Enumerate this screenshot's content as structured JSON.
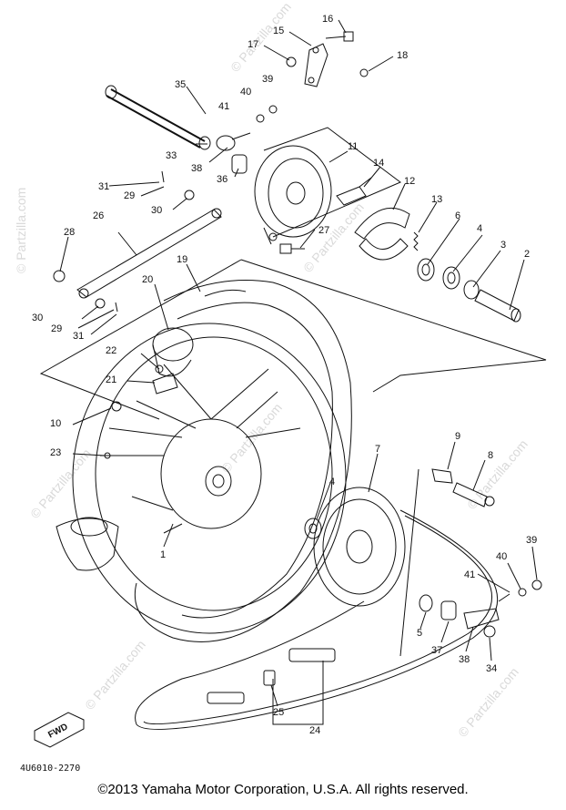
{
  "watermarks": [
    "© Partzilla.com",
    "© Partzilla.com",
    "© Partzilla.com",
    "© Partzilla.com",
    "© Partzilla.com",
    "© Partzilla.com",
    "© Partzilla.com",
    "© Partzilla.com"
  ],
  "labels": {
    "p1": "1",
    "p2": "2",
    "p3": "3",
    "p4a": "4",
    "p4b": "4",
    "p5": "5",
    "p6": "6",
    "p7": "7",
    "p8": "8",
    "p9": "9",
    "p10": "10",
    "p11": "11",
    "p12": "12",
    "p13": "13",
    "p14": "14",
    "p15": "15",
    "p16": "16",
    "p17": "17",
    "p18": "18",
    "p19": "19",
    "p20": "20",
    "p21": "21",
    "p22": "22",
    "p23": "23",
    "p24": "24",
    "p25": "25",
    "p26": "26",
    "p27": "27",
    "p28": "28",
    "p29a": "29",
    "p29b": "29",
    "p30a": "30",
    "p30b": "30",
    "p31a": "31",
    "p31b": "31",
    "p33": "33",
    "p34": "34",
    "p35": "35",
    "p36": "36",
    "p37": "37",
    "p38a": "38",
    "p38b": "38",
    "p39a": "39",
    "p39b": "39",
    "p40a": "40",
    "p40b": "40",
    "p41a": "41",
    "p41b": "41"
  },
  "fwd_label": "FWD",
  "diagram_code": "4U6010-2270",
  "copyright": "©2013  Yamaha Motor Corporation, U.S.A. All rights reserved."
}
